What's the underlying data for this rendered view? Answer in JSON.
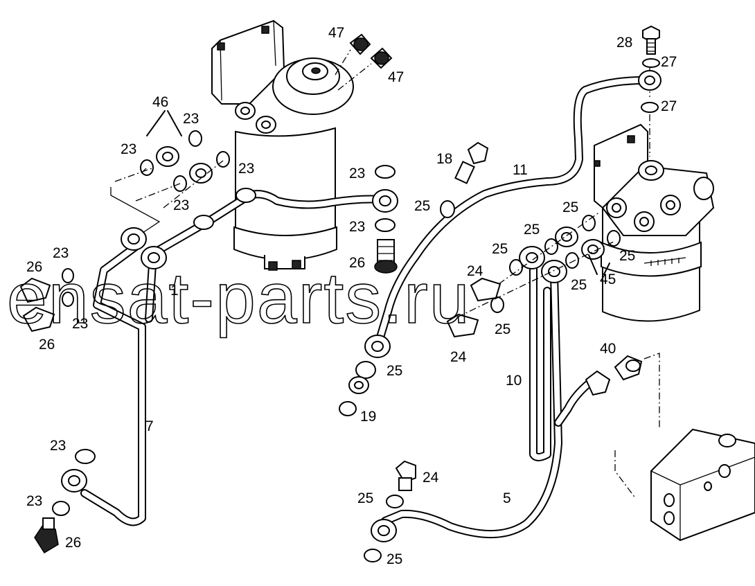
{
  "watermark": "ensat-parts.ru",
  "labels": {
    "l1": "1",
    "l5": "5",
    "l7": "7",
    "l10": "10",
    "l11": "11",
    "l18": "18",
    "l19": "19",
    "l23": "23",
    "l24": "24",
    "l25": "25",
    "l26": "26",
    "l27": "27",
    "l28": "28",
    "l40": "40",
    "l45": "45",
    "l46": "46",
    "l47": "47"
  }
}
